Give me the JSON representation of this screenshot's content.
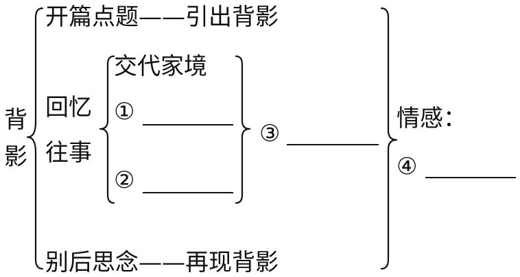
{
  "root": {
    "line1": "背",
    "line2": "影"
  },
  "sections": [
    {
      "label": "开篇点题——引出背影"
    },
    {
      "label_line1": "回忆",
      "label_line2": "往事"
    },
    {
      "label": "别后思念——再现背影"
    }
  ],
  "recall": {
    "items": [
      {
        "label": "交代家境"
      },
      {
        "marker": "①"
      },
      {
        "marker": "②"
      }
    ]
  },
  "middle": {
    "marker": "③"
  },
  "emotion": {
    "label": "情感：",
    "marker": "④"
  }
}
